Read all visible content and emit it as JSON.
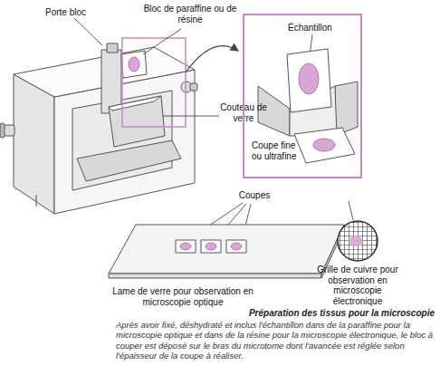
{
  "diagram": {
    "title": "Préparation des tissus pour la microscopie",
    "caption": "Après avoir fixé, déshydraté et inclus l'échantillon dans de la paraffine pour la microscopie optique et dans de la résine pour la microscopie électronique, le bloc à couper est déposé sur le bras du microtome dont l'avancée est réglée selon l'épaisseur de la coupe à réaliser.",
    "nodes": [
      {
        "text": [
          "Échantillon",
          "Coupe fine ou ultrafine"
        ]
      }
    ],
    "labels": [
      "Porte bloc",
      "Bloc de paraffine ou de résine",
      "Couteau de verre",
      "Coupes",
      "Lame de verre pour observation en microscopie optique",
      "Grille de cuivre pour observation en microscopie électronique"
    ]
  }
}
